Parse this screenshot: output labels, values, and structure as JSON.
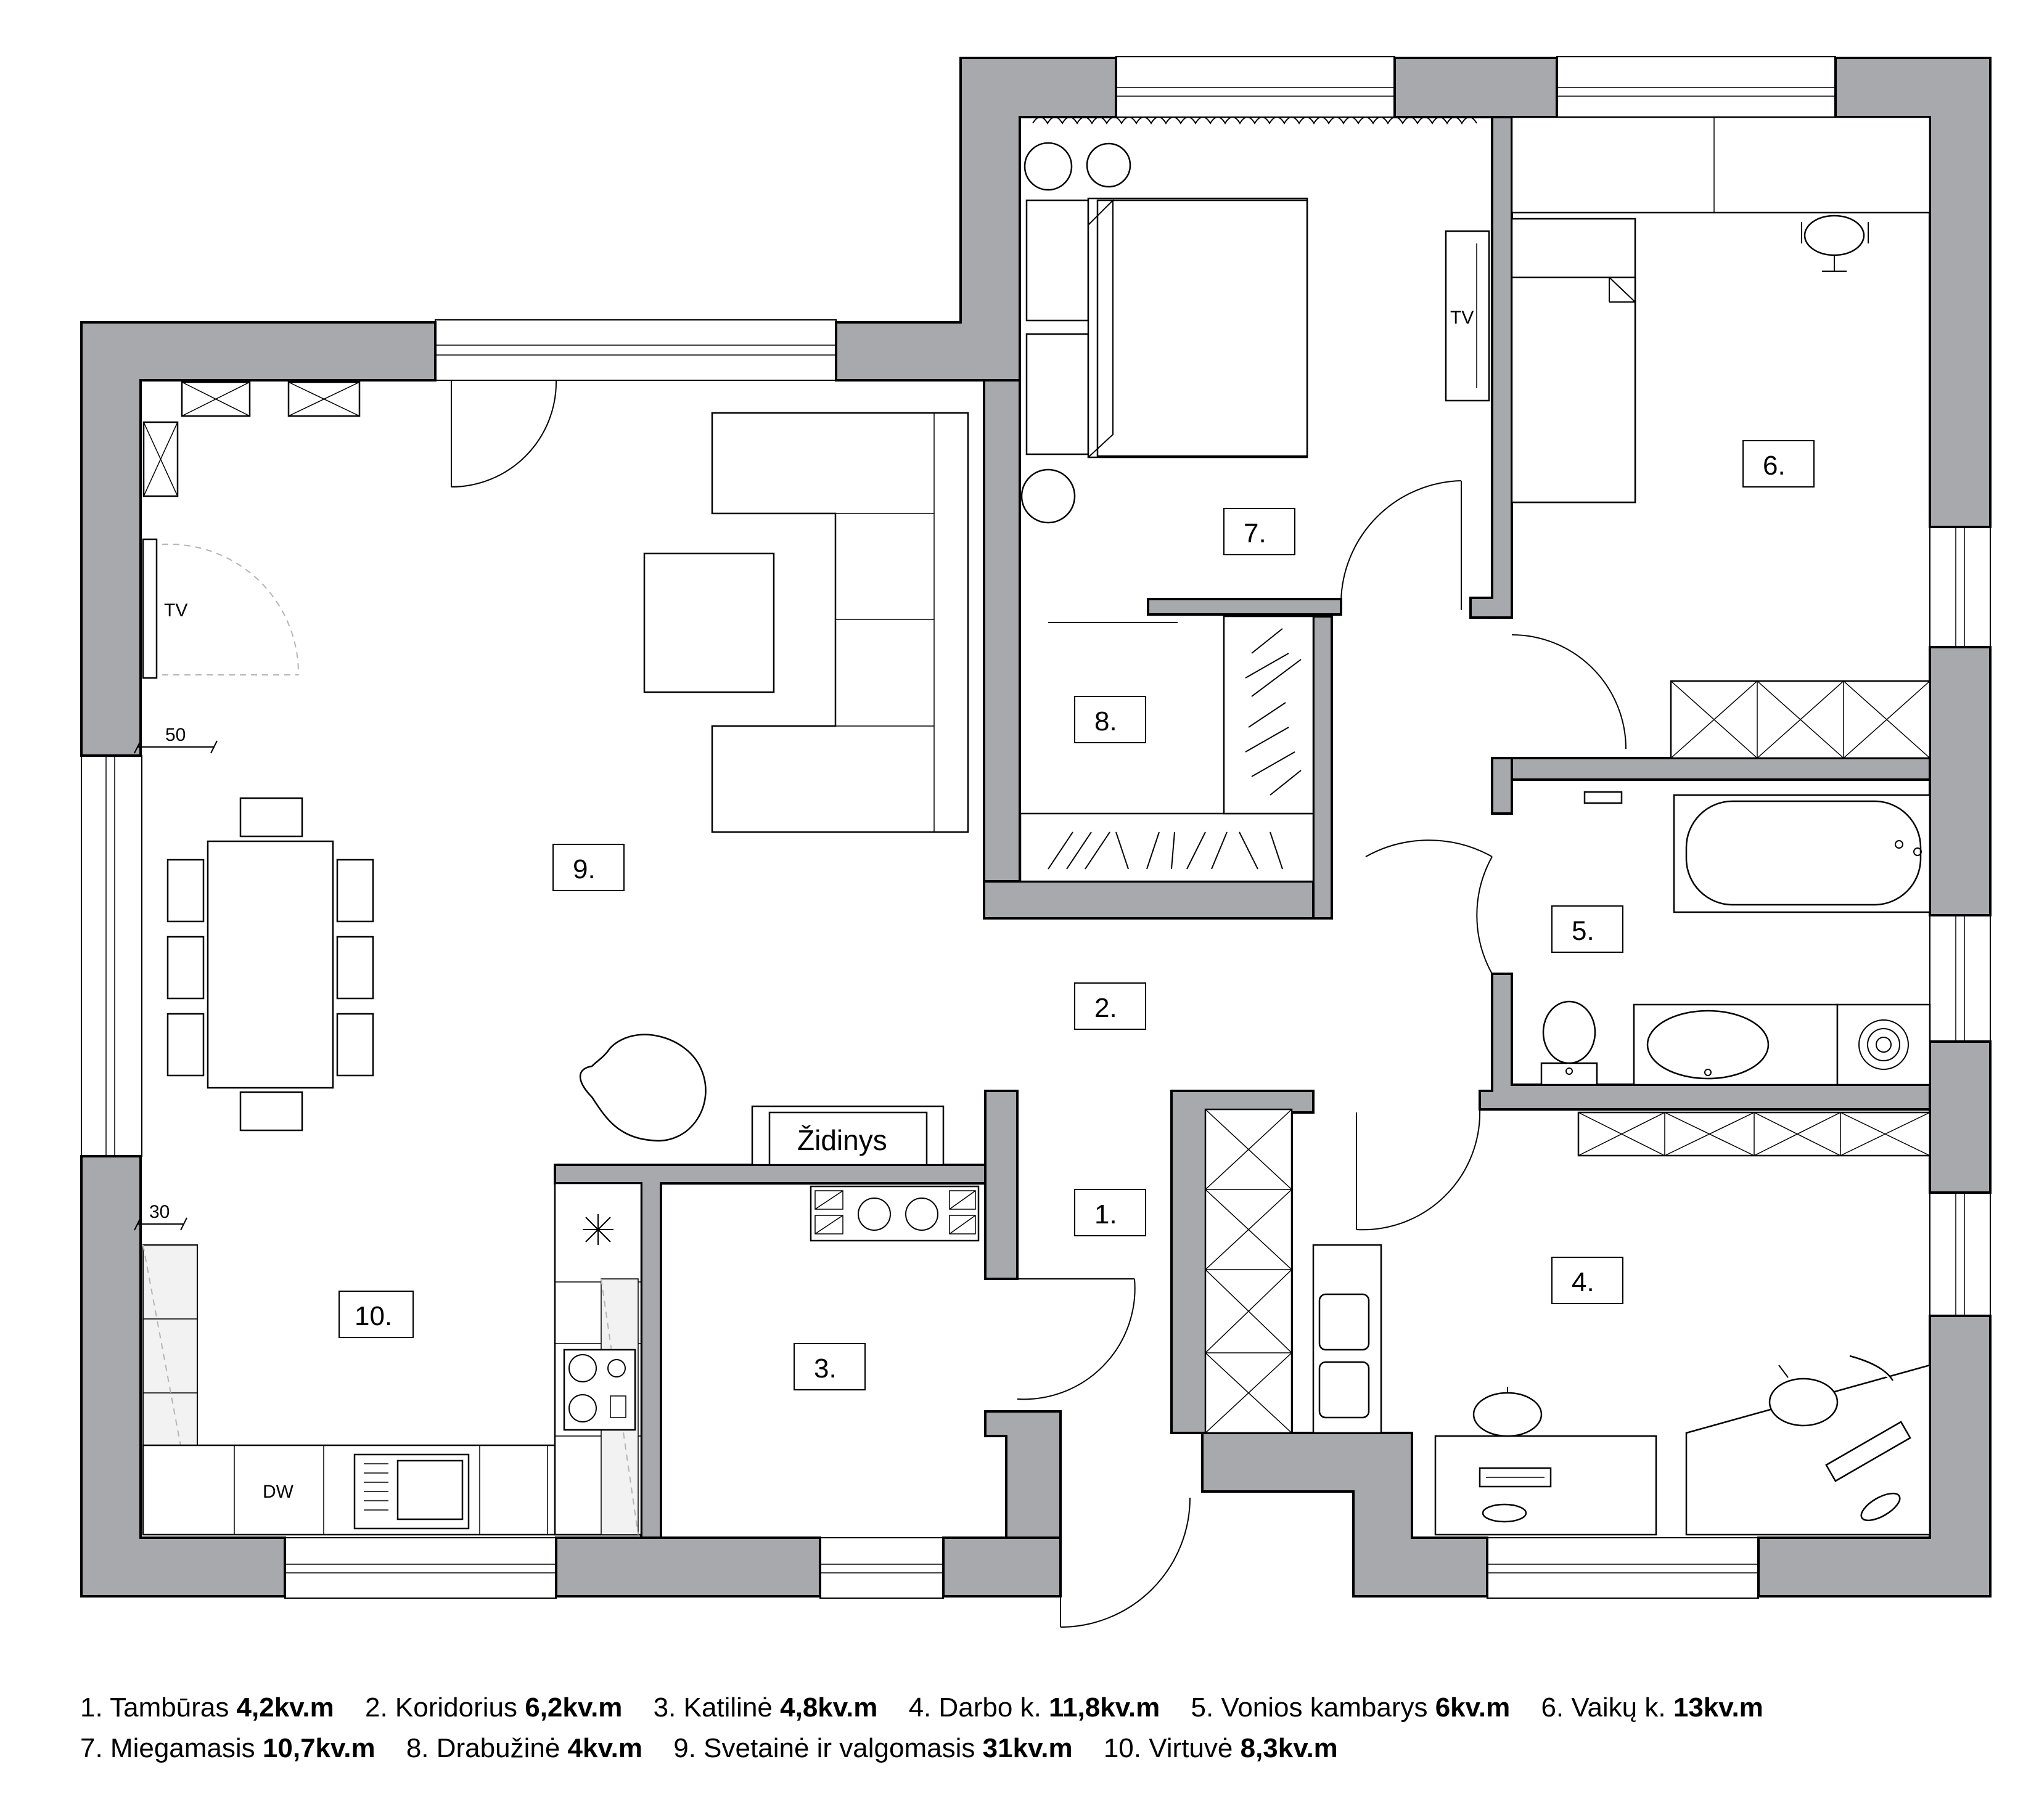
{
  "rooms": [
    {
      "num": "1."
    },
    {
      "num": "2."
    },
    {
      "num": "3."
    },
    {
      "num": "4."
    },
    {
      "num": "5."
    },
    {
      "num": "6."
    },
    {
      "num": "7."
    },
    {
      "num": "8."
    },
    {
      "num": "9."
    },
    {
      "num": "10."
    }
  ],
  "labels": {
    "tv_living": "TV",
    "tv_bedroom": "TV",
    "dishwasher": "DW",
    "fireplace": "Židinys",
    "dim_50": "50",
    "dim_30": "30"
  },
  "legend": [
    {
      "name": "1. Tambūras",
      "area": "4,2kv.m"
    },
    {
      "name": "2. Koridorius",
      "area": "6,2kv.m"
    },
    {
      "name": "3. Katilinė ",
      "area": "4,8kv.m"
    },
    {
      "name": "4. Darbo k.",
      "area": "11,8kv.m"
    },
    {
      "name": "5. Vonios kambarys",
      "area": "6kv.m"
    },
    {
      "name": "6. Vaikų k.",
      "area": "13kv.m"
    },
    {
      "name": "7. Miegamasis",
      "area": "10,7kv.m"
    },
    {
      "name": "8. Drabužinė",
      "area": "4kv.m"
    },
    {
      "name": "9. Svetainė ir valgomasis",
      "area": "31kv.m"
    },
    {
      "name": "10. Virtuvė",
      "area": "8,3kv.m"
    }
  ],
  "colors": {
    "wall": "#a7a9ac",
    "line": "#000000",
    "background": "#ffffff"
  }
}
